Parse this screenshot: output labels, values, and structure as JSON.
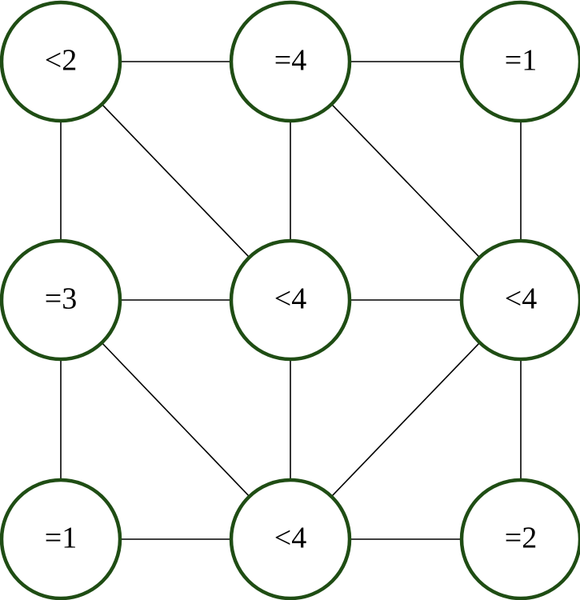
{
  "diagram": {
    "colors": {
      "node_stroke": "#1f4d14",
      "edge_stroke": "#000000",
      "background": "#ffffff"
    },
    "nodes": [
      {
        "id": "r1c1",
        "label": "<2"
      },
      {
        "id": "r1c2",
        "label": "=4"
      },
      {
        "id": "r1c3",
        "label": "=1"
      },
      {
        "id": "r2c1",
        "label": "=3"
      },
      {
        "id": "r2c2",
        "label": "<4"
      },
      {
        "id": "r2c3",
        "label": "<4"
      },
      {
        "id": "r3c1",
        "label": "=1"
      },
      {
        "id": "r3c2",
        "label": "<4"
      },
      {
        "id": "r3c3",
        "label": "=2"
      }
    ],
    "edges": [
      [
        "r1c1",
        "r1c2"
      ],
      [
        "r1c2",
        "r1c3"
      ],
      [
        "r1c1",
        "r2c1"
      ],
      [
        "r1c1",
        "r2c2"
      ],
      [
        "r1c2",
        "r2c2"
      ],
      [
        "r1c2",
        "r2c3"
      ],
      [
        "r1c3",
        "r2c3"
      ],
      [
        "r2c1",
        "r2c2"
      ],
      [
        "r2c2",
        "r2c3"
      ],
      [
        "r2c1",
        "r3c1"
      ],
      [
        "r2c1",
        "r3c2"
      ],
      [
        "r2c2",
        "r3c2"
      ],
      [
        "r2c3",
        "r3c2"
      ],
      [
        "r2c3",
        "r3c3"
      ],
      [
        "r3c1",
        "r3c2"
      ],
      [
        "r3c2",
        "r3c3"
      ]
    ]
  }
}
